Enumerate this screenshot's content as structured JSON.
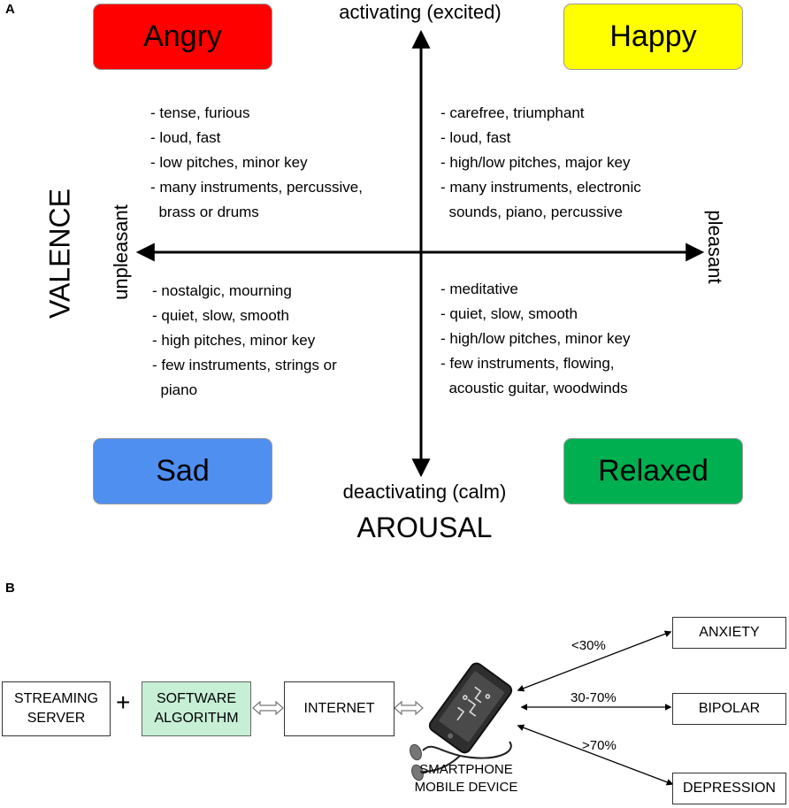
{
  "panel_a": {
    "label": "A",
    "quadrants": {
      "angry": {
        "label": "Angry",
        "color": "#ff0000"
      },
      "happy": {
        "label": "Happy",
        "color": "#ffff00"
      },
      "sad": {
        "label": "Sad",
        "color": "#4f8ff0"
      },
      "relaxed": {
        "label": "Relaxed",
        "color": "#00b050"
      }
    },
    "axis_top": "activating (excited)",
    "axis_bottom": "deactivating (calm)",
    "arousal_title": "AROUSAL",
    "valence_title": "VALENCE",
    "axis_left": "unpleasant",
    "axis_right": "pleasant",
    "angry_attrs": [
      "- tense, furious",
      "- loud, fast",
      "- low pitches, minor key",
      "- many instruments, percussive,",
      "  brass or drums"
    ],
    "happy_attrs": [
      "- carefree, triumphant",
      "- loud, fast",
      "- high/low pitches, major key",
      "- many instruments, electronic",
      "  sounds, piano, percussive"
    ],
    "sad_attrs": [
      "- nostalgic, mourning",
      "- quiet, slow, smooth",
      "- high pitches, minor key",
      "- few instruments, strings or",
      "  piano"
    ],
    "relaxed_attrs": [
      "- meditative",
      "- quiet, slow, smooth",
      "- high/low pitches, minor key",
      "- few instruments, flowing,",
      "  acoustic guitar, woodwinds"
    ]
  },
  "panel_b": {
    "label": "B",
    "streaming_server": [
      "STREAMING",
      "SERVER"
    ],
    "plus": "+",
    "software_algorithm": [
      "SOFTWARE",
      "ALGORITHM"
    ],
    "software_color": "#c6efd6",
    "internet": "INTERNET",
    "smartphone": [
      "SMARTPHONE",
      "MOBILE DEVICE"
    ],
    "anxiety": "ANXIETY",
    "bipolar": "BIPOLAR",
    "depression": "DEPRESSION",
    "pct_anxiety": "<30%",
    "pct_bipolar": "30-70%",
    "pct_depression": ">70%"
  }
}
